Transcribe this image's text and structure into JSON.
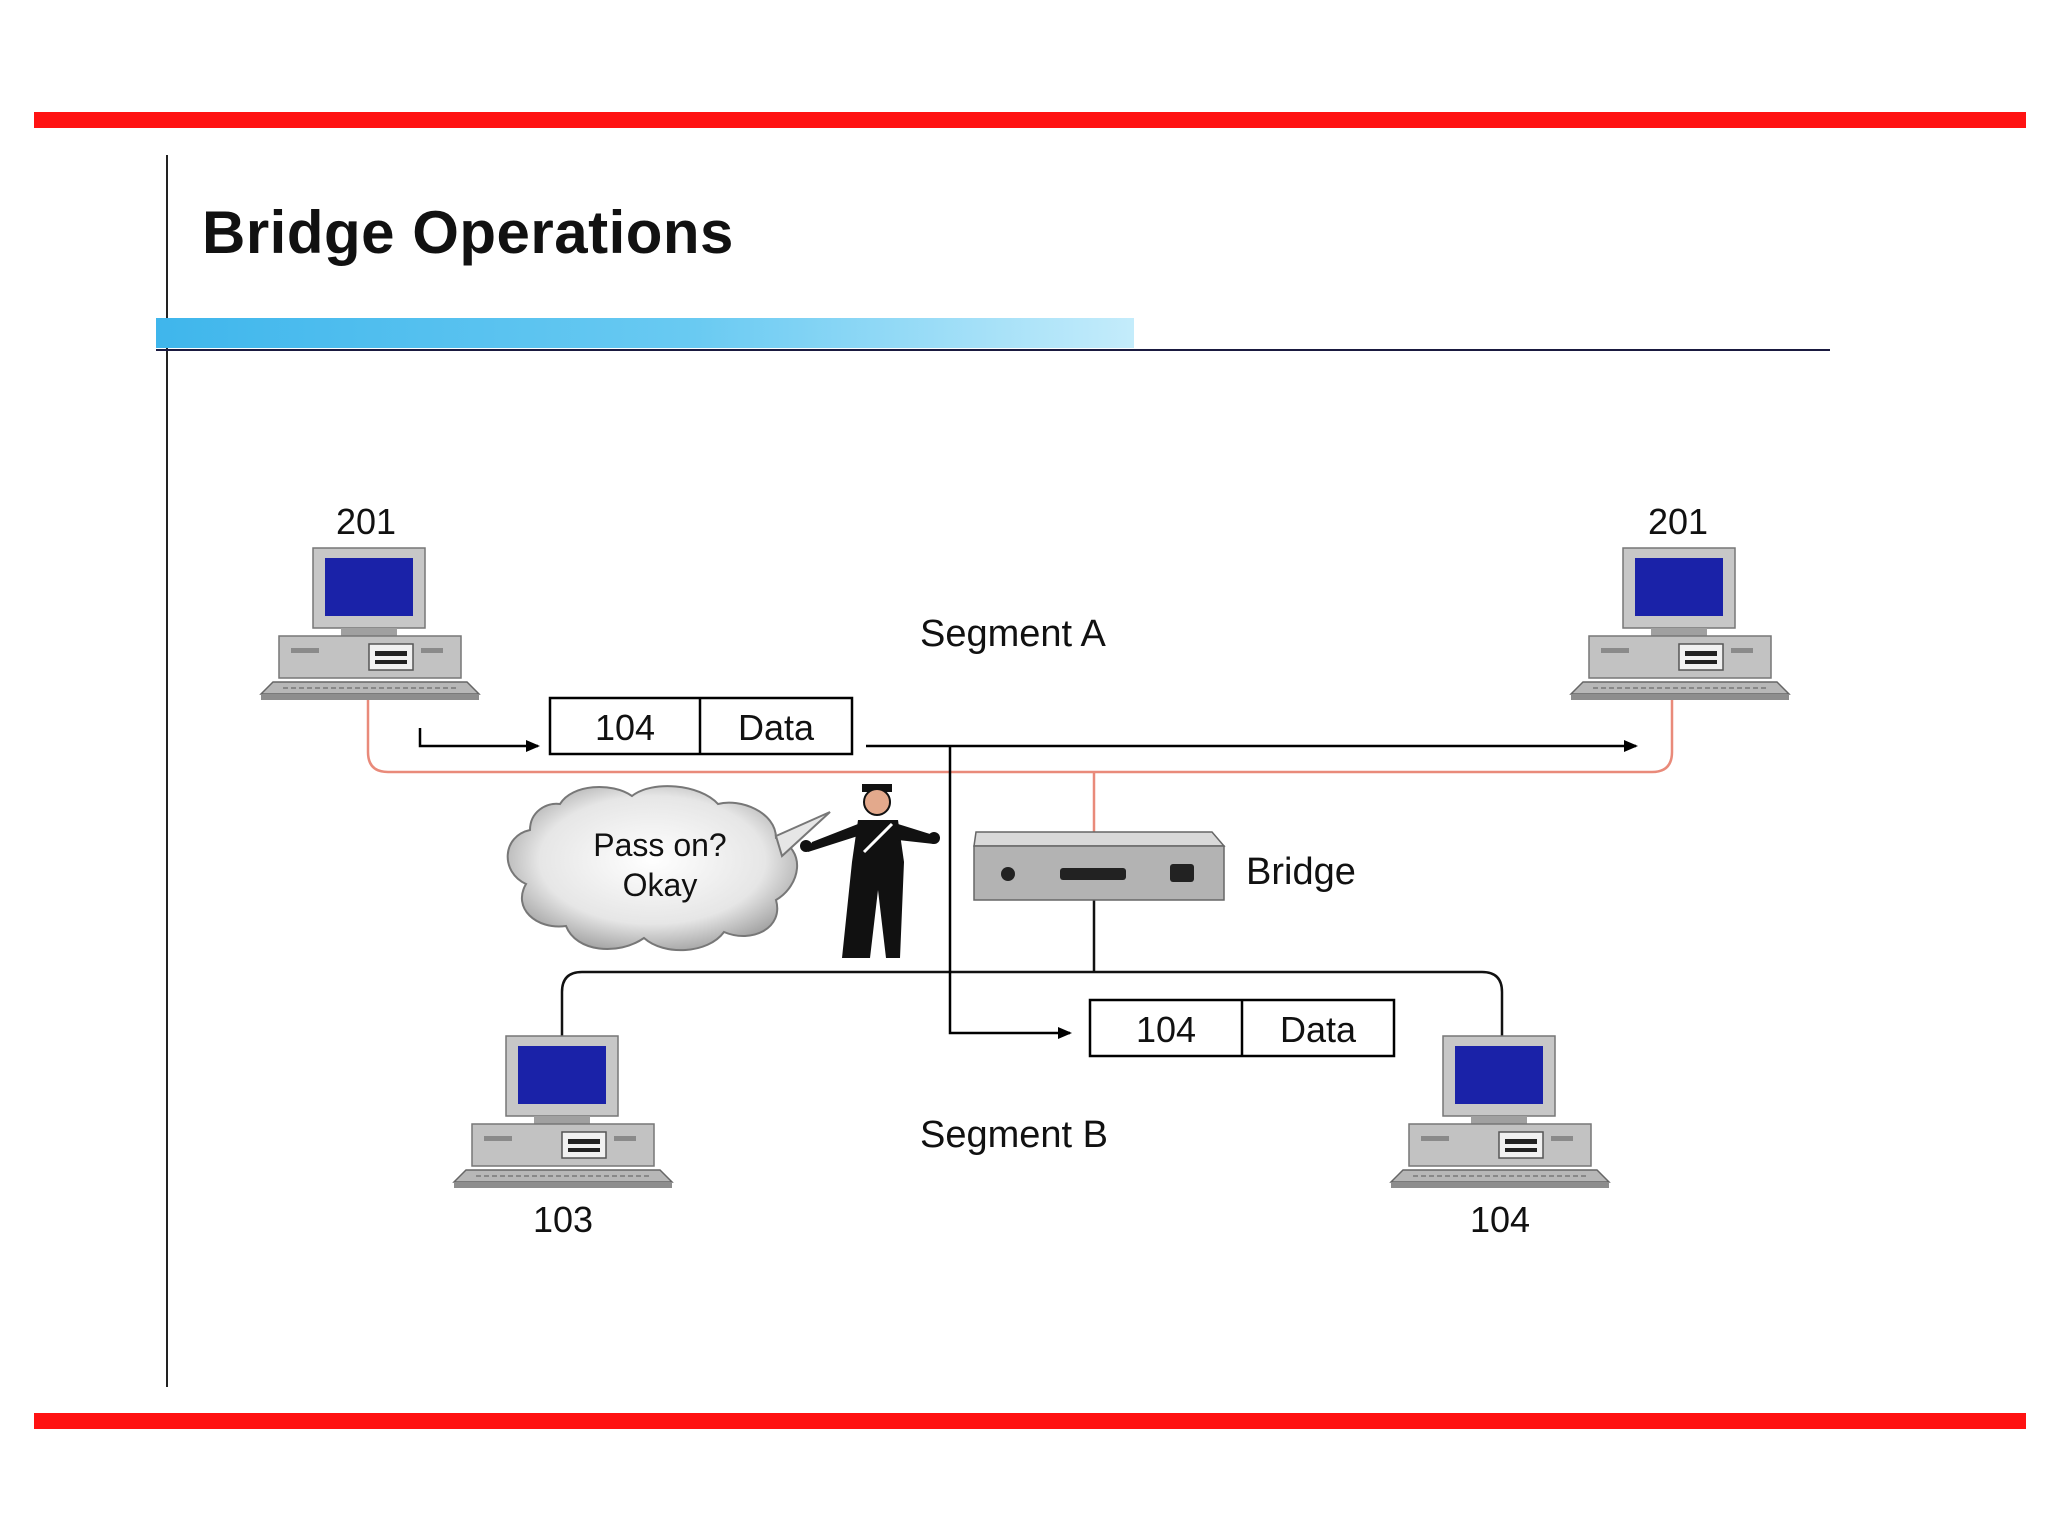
{
  "slide": {
    "title": "Bridge Operations"
  },
  "diagram": {
    "computers": {
      "top_left": "201",
      "top_right": "201",
      "bottom_left": "103",
      "bottom_right": "104"
    },
    "segment_a_label": "Segment A",
    "segment_b_label": "Segment B",
    "bridge_label": "Bridge",
    "frame_top": {
      "address": "104",
      "payload": "Data"
    },
    "frame_bottom": {
      "address": "104",
      "payload": "Data"
    },
    "speech_line1": "Pass on?",
    "speech_line2": "Okay"
  },
  "colors": {
    "accent_red": "#ff1212",
    "segment_a_cable": "#e98a7a",
    "screen_blue": "#1a22a8"
  }
}
